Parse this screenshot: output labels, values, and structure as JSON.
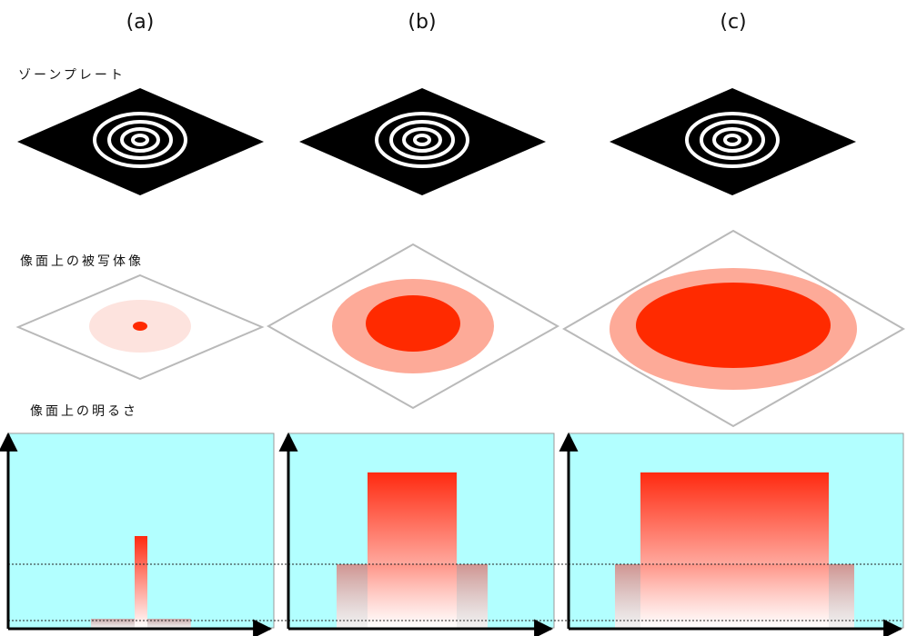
{
  "columns": [
    {
      "label": "(a)"
    },
    {
      "label": "(b)"
    },
    {
      "label": "(c)"
    }
  ],
  "rows": {
    "zone_plate": "ゾーンプレート",
    "object_image": "像面上の被写体像",
    "brightness": "像面上の明るさ"
  },
  "colors": {
    "plate": "#000000",
    "ring": "#ffffff",
    "image_core": "#ff2a00",
    "image_halo_a": "#fde3de",
    "image_halo_bc": "#fdaa98",
    "plane_border": "#b9b9b9",
    "plot_bg": "#b2ffff",
    "axis": "#000000"
  },
  "diagram": {
    "panels": [
      {
        "id": "a",
        "image_core_size": "small",
        "image_halo_size": "medium",
        "peak_height": "medium",
        "peak_width": "narrow"
      },
      {
        "id": "b",
        "image_core_size": "medium",
        "image_halo_size": "large",
        "peak_height": "high",
        "peak_width": "medium"
      },
      {
        "id": "c",
        "image_core_size": "large",
        "image_halo_size": "very large",
        "peak_height": "high",
        "peak_width": "wide"
      }
    ]
  }
}
